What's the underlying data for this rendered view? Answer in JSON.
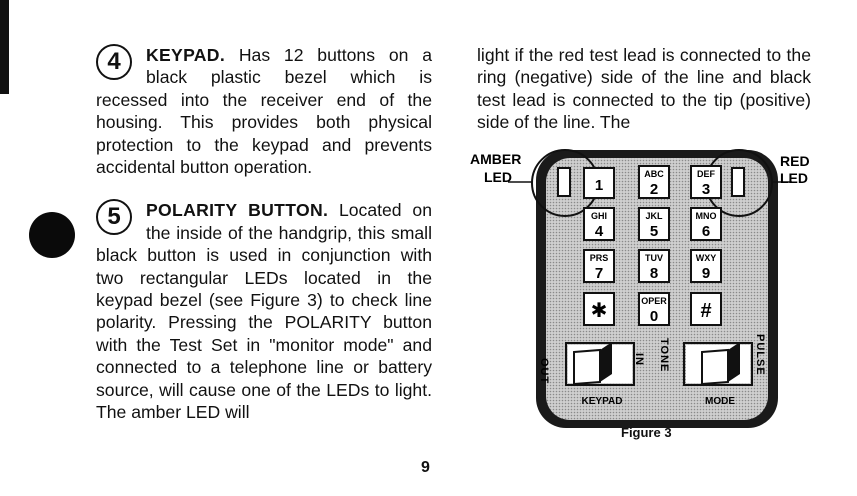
{
  "page": {
    "number": "9"
  },
  "left_column": {
    "section4": {
      "number": "4",
      "heading": "KEYPAD.",
      "text": "Has 12 buttons on a black plastic bezel which is recessed into the receiver end of the housing. This provides both physical protection to the keypad and prevents accidental button operation."
    },
    "section5": {
      "number": "5",
      "heading": "POLARITY BUTTON.",
      "text": "Located on the inside of the handgrip, this small black button is used in conjunction with two rectangular LEDs located in the keypad bezel (see Figure 3) to check line polarity. Pressing the POLARITY button with the Test Set in \"monitor mode\" and connected to a telephone line or battery source, will cause one of the LEDs to light. The amber LED will"
    }
  },
  "right_column": {
    "text": "light if the red test lead is connected to the ring (negative) side of the line and black test lead is connected to the tip (positive) side of the line. The"
  },
  "figure": {
    "caption": "Figure 3",
    "callout_amber_line1": "AMBER",
    "callout_amber_line2": "LED",
    "callout_red_line1": "RED",
    "callout_red_line2": "LED",
    "keys": [
      {
        "letters": "",
        "digit": "1"
      },
      {
        "letters": "ABC",
        "digit": "2"
      },
      {
        "letters": "DEF",
        "digit": "3"
      },
      {
        "letters": "GHI",
        "digit": "4"
      },
      {
        "letters": "JKL",
        "digit": "5"
      },
      {
        "letters": "MNO",
        "digit": "6"
      },
      {
        "letters": "PRS",
        "digit": "7"
      },
      {
        "letters": "TUV",
        "digit": "8"
      },
      {
        "letters": "WXY",
        "digit": "9"
      },
      {
        "letters": "",
        "digit": "✱"
      },
      {
        "letters": "OPER",
        "digit": "0"
      },
      {
        "letters": "",
        "digit": "#"
      }
    ],
    "switch_left_top_label": "KEYPAD",
    "switch_right_top_label": "MODE",
    "label_out": "OUT",
    "label_in": "IN",
    "label_tone": "TONE",
    "label_pulse": "PULSE"
  }
}
